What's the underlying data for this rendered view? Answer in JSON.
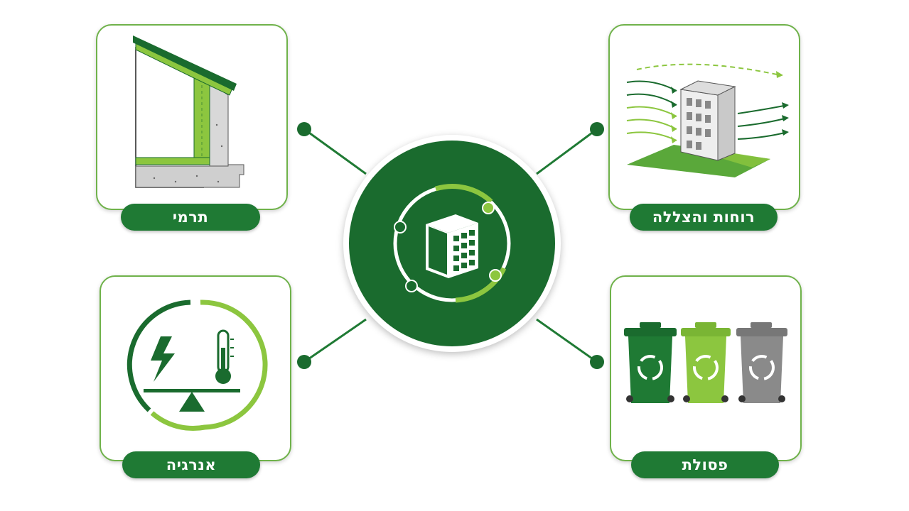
{
  "panels": {
    "thermal": {
      "label": "תרמי",
      "icon": "wall-insulation-section-icon"
    },
    "wind_shade": {
      "label": "רוחות והצללה",
      "icon": "building-wind-flow-icon"
    },
    "energy": {
      "label": "אנרגיה",
      "icon": "energy-balance-icon"
    },
    "waste": {
      "label": "פסולת",
      "icon": "recycling-bins-icon"
    }
  },
  "hub": {
    "icon": "building-cycle-icon"
  },
  "colors": {
    "dark_green": "#1a6b2e",
    "label_green": "#1f7a34",
    "light_green": "#8cc63f",
    "border_green": "#6fb24a",
    "gray": "#8a8a8a"
  }
}
